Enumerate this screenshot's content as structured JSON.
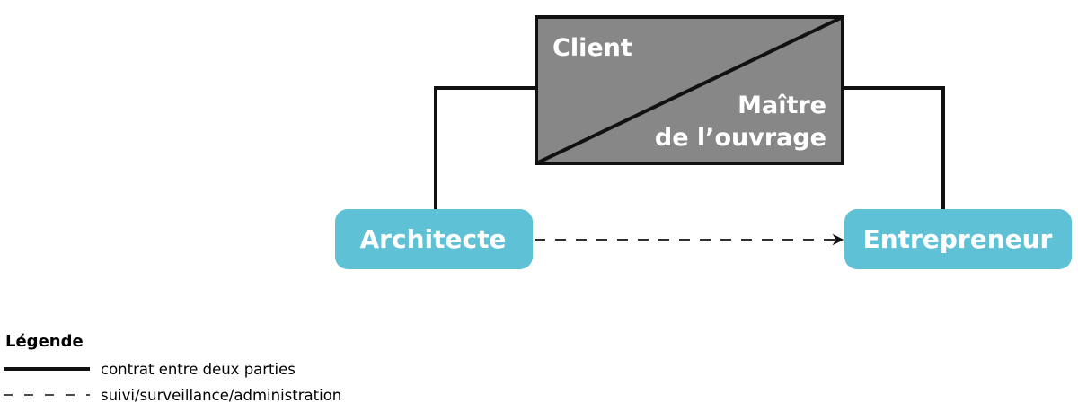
{
  "client_box": {
    "client_label": "Client",
    "owner_label_line1": "Maître",
    "owner_label_line2": "de l’ouvrage",
    "fill_color": "#878787",
    "stroke_color": "#111111"
  },
  "nodes": {
    "architect_label": "Architecte",
    "contractor_label": "Entrepreneur",
    "fill_color": "#5fc1d6"
  },
  "legend": {
    "title": "Légende",
    "items": [
      {
        "style": "solid",
        "label": "contrat entre deux parties"
      },
      {
        "style": "dashed",
        "label": "suivi/surveillance/administration"
      }
    ]
  }
}
